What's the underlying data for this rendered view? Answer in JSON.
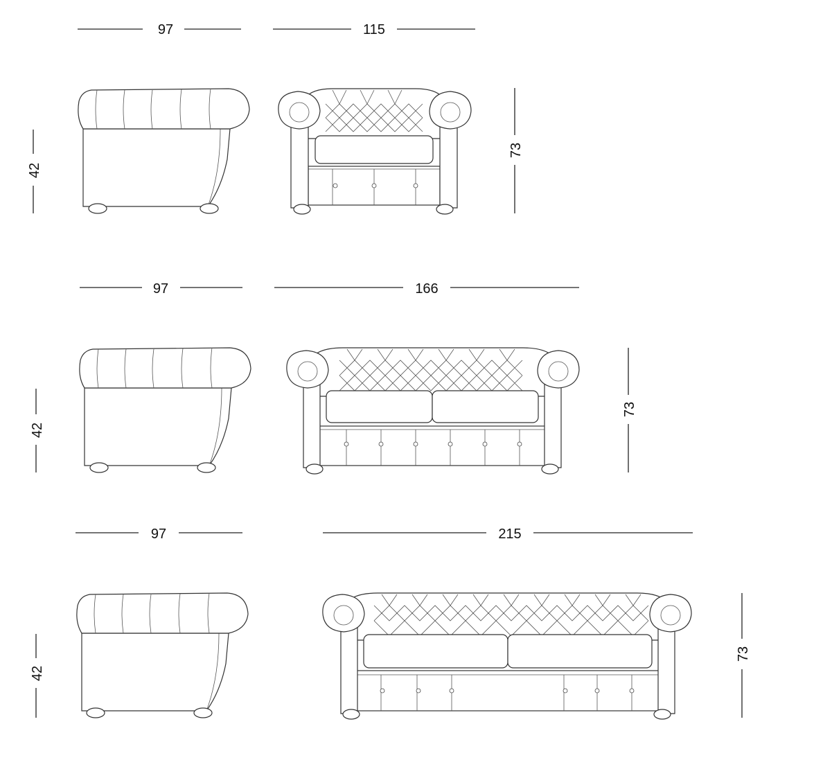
{
  "rows": [
    {
      "name": "armchair",
      "side_depth": "97",
      "front_width": "115",
      "seat_height": "42",
      "total_height": "73"
    },
    {
      "name": "two-seater",
      "side_depth": "97",
      "front_width": "166",
      "seat_height": "42",
      "total_height": "73"
    },
    {
      "name": "three-seater",
      "side_depth": "97",
      "front_width": "215",
      "seat_height": "42",
      "total_height": "73"
    }
  ],
  "colors": {
    "line": "#333333",
    "background": "#ffffff"
  }
}
